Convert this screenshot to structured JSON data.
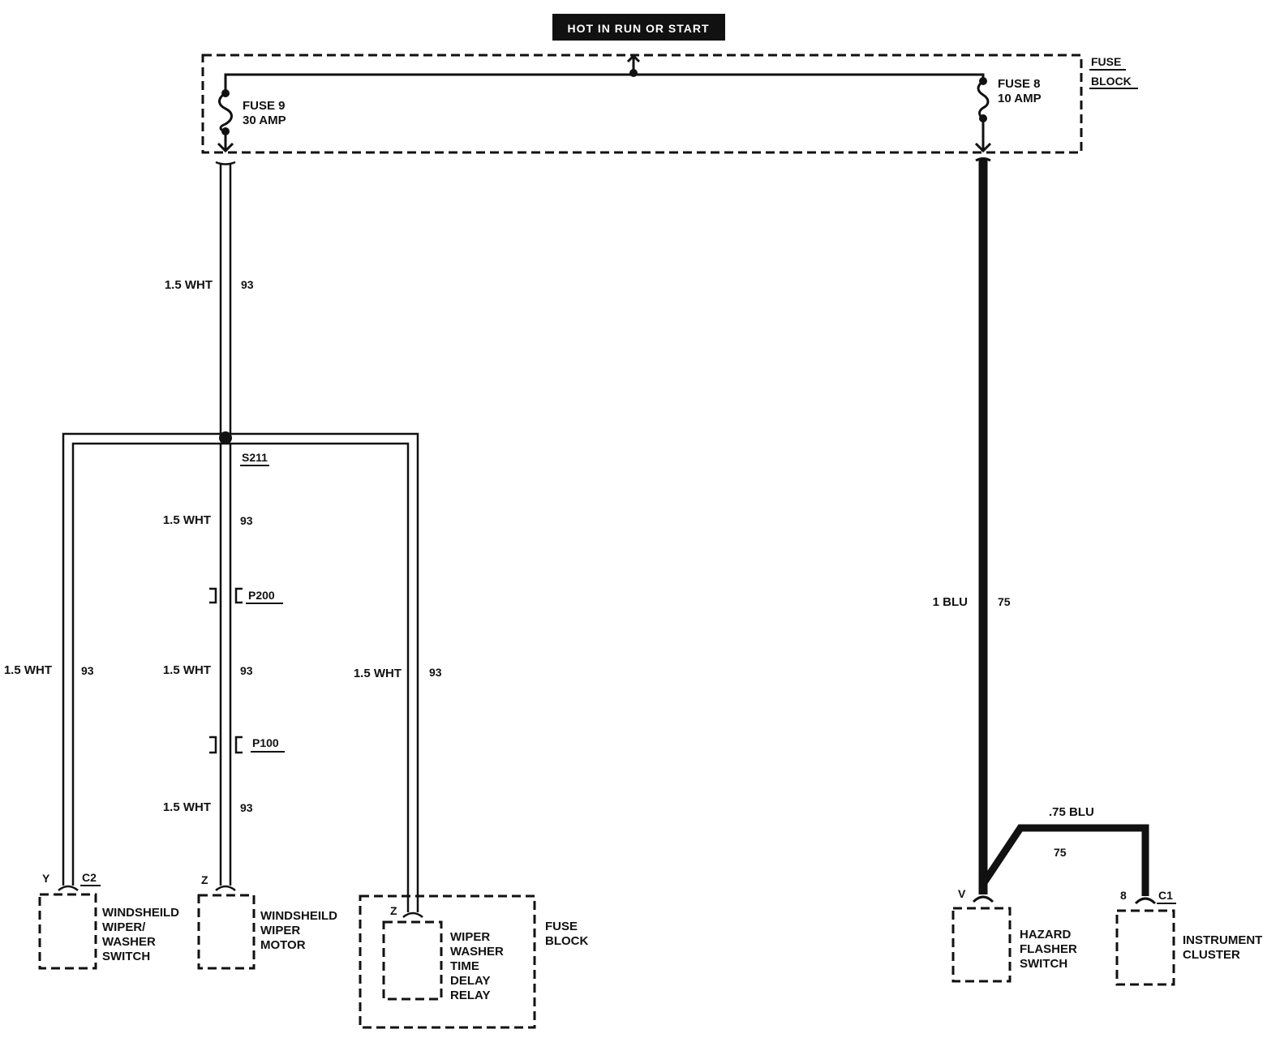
{
  "power_label": "HOT IN RUN OR START",
  "fuse_block": {
    "line1": "FUSE",
    "line2": "BLOCK"
  },
  "fuse9": {
    "name": "FUSE 9",
    "rating": "30 AMP"
  },
  "fuse8": {
    "name": "FUSE 8",
    "rating": "10 AMP"
  },
  "splice": "S211",
  "connectors": {
    "p200": "P200",
    "p100": "P100",
    "c2": "C2",
    "c1": "C1"
  },
  "wires": {
    "trunk_top": {
      "gauge": "1.5 WHT",
      "circuit": "93"
    },
    "trunk_mid": {
      "gauge": "1.5 WHT",
      "circuit": "93"
    },
    "trunk_low": {
      "gauge": "1.5 WHT",
      "circuit": "93"
    },
    "trunk_bottom": {
      "gauge": "1.5 WHT",
      "circuit": "93"
    },
    "left_branch": {
      "gauge": "1.5 WHT",
      "circuit": "93"
    },
    "right_branch": {
      "gauge": "1.5 WHT",
      "circuit": "93"
    },
    "blu_main": {
      "gauge": "1 BLU",
      "circuit": "75"
    },
    "blu_branch": {
      "gauge": ".75 BLU",
      "circuit": "75"
    }
  },
  "pins": {
    "y": "Y",
    "z_motor": "Z",
    "z_relay": "Z",
    "v": "V",
    "eight": "8"
  },
  "components": {
    "wiper_switch": [
      "WINDSHEILD",
      "WIPER/",
      "WASHER",
      "SWITCH"
    ],
    "wiper_motor": [
      "WINDSHEILD",
      "WIPER",
      "MOTOR"
    ],
    "relay": [
      "WIPER",
      "WASHER",
      "TIME",
      "DELAY",
      "RELAY"
    ],
    "relay_fuse_block": [
      "FUSE",
      "BLOCK"
    ],
    "hazard": [
      "HAZARD",
      "FLASHER",
      "SWITCH"
    ],
    "cluster": [
      "INSTRUMENT",
      "CLUSTER"
    ]
  }
}
